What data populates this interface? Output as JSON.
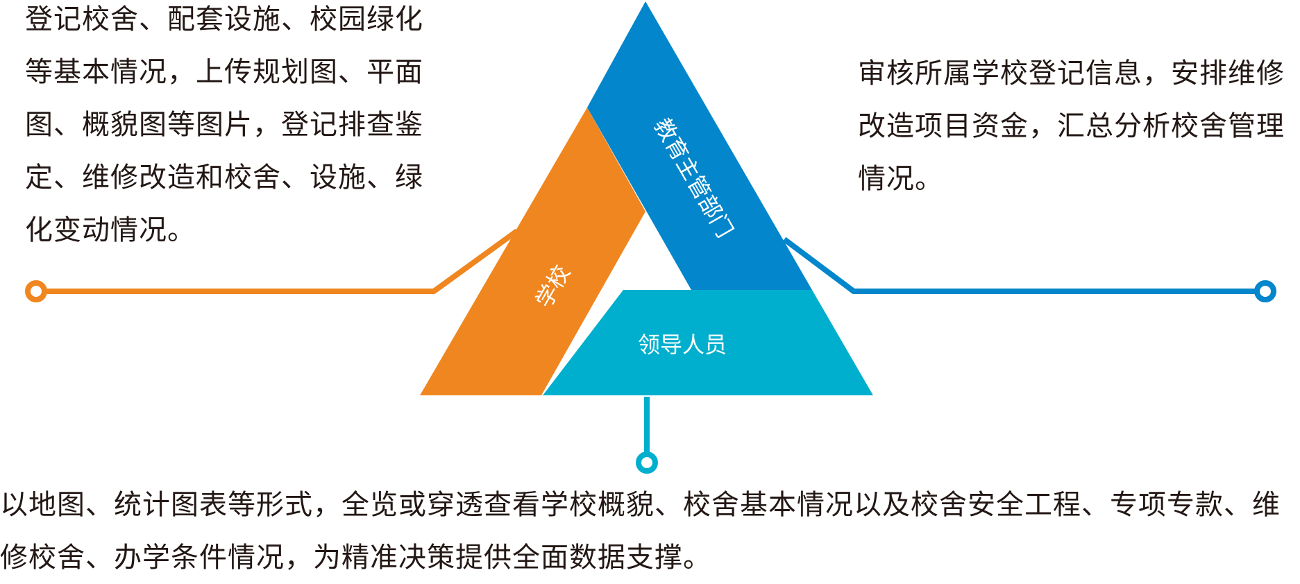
{
  "segments": {
    "school": {
      "label": "学校",
      "color": "#F0861F"
    },
    "education": {
      "label": "教育主管部门",
      "color": "#0386CB"
    },
    "leaders": {
      "label": "领导人员",
      "color": "#00AFCE"
    }
  },
  "descriptions": {
    "school": {
      "lines": [
        "登记校舍、配套设施、校园绿化",
        "等基本情况，上传规划图、平面",
        "图、概貌图等图片，登记排查鉴",
        "定、维修改造和校舍、设施、绿",
        "化变动情况。"
      ]
    },
    "education": {
      "lines": [
        "审核所属学校登记信息，安排维修",
        "改造项目资金，汇总分析校舍管理",
        "情况。"
      ]
    },
    "leaders": {
      "lines": [
        "以地图、统计图表等形式，全览或穿透查看学校概貌、校舍基本情况以及校舍安全工程、专项专款、维",
        "修校舍、办学条件情况，为精准决策提供全面数据支撑。"
      ]
    }
  }
}
